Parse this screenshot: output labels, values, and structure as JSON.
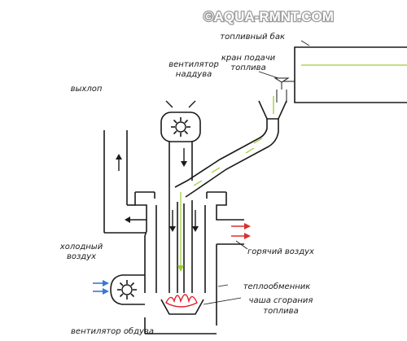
{
  "watermark": "©AQUA-RMNT.COM",
  "labels": {
    "fuel_tank": "топливный бак",
    "fuel_valve_1": "кран подачи",
    "fuel_valve_2": "топлива",
    "boost_fan_1": "вентилятор",
    "boost_fan_2": "наддува",
    "exhaust": "выхлоп",
    "cold_air_1": "холодный",
    "cold_air_2": "воздух",
    "hot_air": "горячий воздух",
    "heat_exchanger": "теплообменник",
    "bowl_1": "чаша сгорания",
    "bowl_2": "топлива",
    "blow_fan": "вентилятор обдува"
  },
  "colors": {
    "fuel_flow": "#9acd32",
    "cold_arrow": "#3a78d0",
    "hot_arrow": "#d83030",
    "flame": "#e0202a",
    "ink": "#1a1a1a"
  },
  "icons": [
    "fan-icon",
    "fuel-valve-icon",
    "flame-icon",
    "arrow-icon"
  ]
}
